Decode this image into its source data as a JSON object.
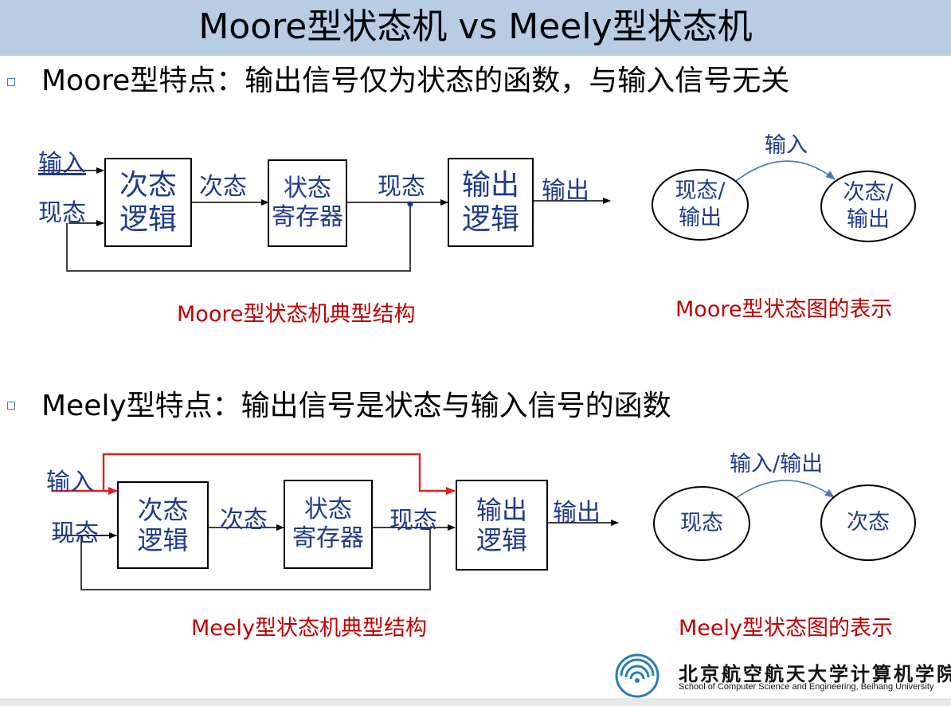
{
  "slide": {
    "title": "Moore型状态机 vs Meely型状态机"
  },
  "moore": {
    "bullet": "Moore型特点：输出信号仅为状态的函数，与输入信号无关",
    "input_label": "输入",
    "current_label": "现态",
    "next_state_logic": [
      "次态",
      "逻辑"
    ],
    "next_label": "次态",
    "register": [
      "状态",
      "寄存器"
    ],
    "current_label2": "现态",
    "output_logic": [
      "输出",
      "逻辑"
    ],
    "output_label": "输出",
    "caption": "Moore型状态机典型结构",
    "graph": {
      "arc_label": "输入",
      "from_state": [
        "现态/",
        "输出"
      ],
      "to_state": [
        "次态/",
        "输出"
      ],
      "caption": "Moore型状态图的表示"
    }
  },
  "meely": {
    "bullet": "Meely型特点：输出信号是状态与输入信号的函数",
    "input_label": "输入",
    "current_label": "现态",
    "next_state_logic": [
      "次态",
      "逻辑"
    ],
    "next_label": "次态",
    "register": [
      "状态",
      "寄存器"
    ],
    "current_label2": "现态",
    "output_logic": [
      "输出",
      "逻辑"
    ],
    "output_label": "输出",
    "caption": "Meely型状态机典型结构",
    "graph": {
      "arc_label": "输入/输出",
      "from_state": "现态",
      "to_state": "次态",
      "caption": "Meely型状态图的表示"
    }
  },
  "logo": {
    "name_cn": "北京航空航天大学计算机学院",
    "name_en": "School of Computer Science and Engineering, Beihang University"
  },
  "colors": {
    "title_bg": "#b8cce4",
    "label_blue": "#1f3b8c",
    "caption_red": "#c00000",
    "meely_input_wire": "#e02020",
    "arc_blue": "#4a7ab0"
  }
}
